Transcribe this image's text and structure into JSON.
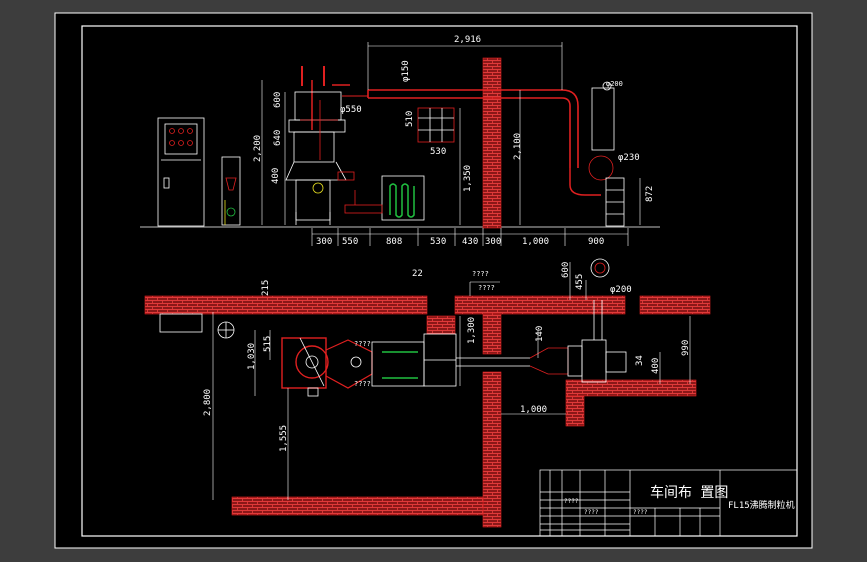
{
  "colors": {
    "background": "#3d3d3d",
    "sheet": "#000000",
    "line": "#ffffff",
    "brick_fill": "#8a1818",
    "brick_mortar": "#d03030",
    "pipe_red": "#e02020",
    "accent_yellow": "#e8e020",
    "accent_green": "#20c040"
  },
  "title_block": {
    "title": "车间布 置图",
    "drawing_name": "FL15沸腾制粒机",
    "code_a": "????",
    "code_b": "????",
    "code_c": "????"
  },
  "elevation_view": {
    "dimensions": {
      "top_span": "2,916",
      "phi150": "φ150",
      "phi550": "φ550",
      "phi200": "φ200",
      "phi230": "φ230",
      "d600": "600",
      "d640": "640",
      "d2200": "2,200",
      "d400": "400",
      "d510": "510",
      "d530v": "530",
      "d1350": "1,350",
      "d2100": "2,100",
      "d872": "872",
      "b300a": "300",
      "b550": "550",
      "b808": "808",
      "b530": "530",
      "b430": "430",
      "b300b": "300",
      "b1000": "1,000",
      "b900": "900"
    }
  },
  "plan_view": {
    "dimensions": {
      "d215": "215",
      "d22": "22",
      "code_top": "????",
      "code_q2": "????",
      "d600": "600",
      "d455": "455",
      "phi200": "φ200",
      "d515": "515",
      "d1030": "1,030",
      "d1300": "1,300",
      "d140": "140",
      "code_a": "????",
      "code_b": "????",
      "d990": "990",
      "d34": "34",
      "d400": "400",
      "d2800": "2,800",
      "d1555": "1,555",
      "d1000": "1,000"
    }
  }
}
